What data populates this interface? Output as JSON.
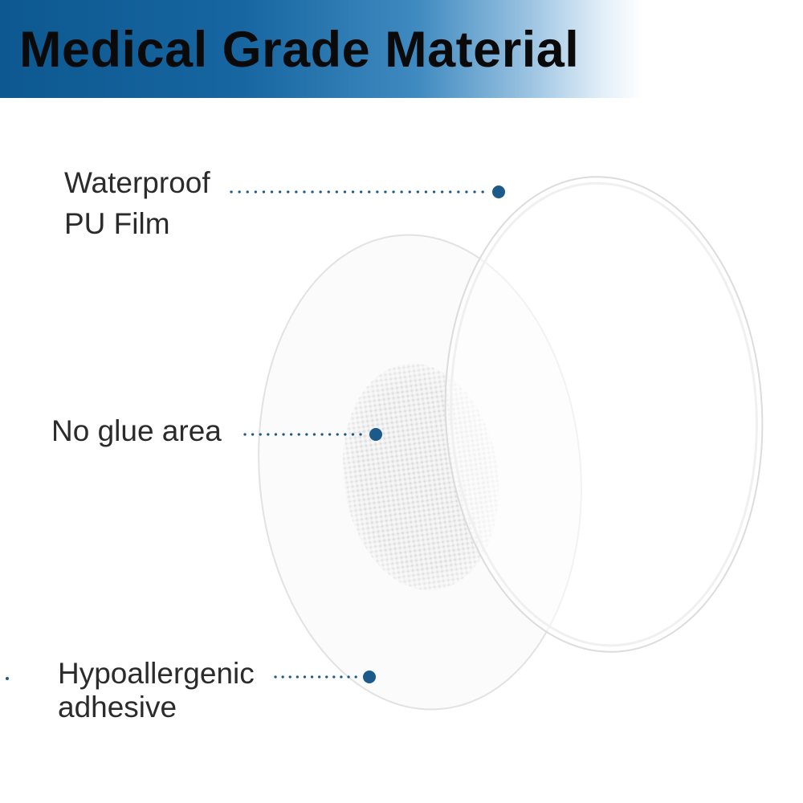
{
  "banner": {
    "title": "Medical Grade Material",
    "accent_color": "#0d5890"
  },
  "callouts": {
    "film": {
      "line1": "Waterproof",
      "line2": "PU Film"
    },
    "no_glue": {
      "label": "No glue area"
    },
    "adhesive": {
      "line1": "Hypoallergenic",
      "line2": "adhesive"
    },
    "dot_color": "#1c5a8a"
  }
}
